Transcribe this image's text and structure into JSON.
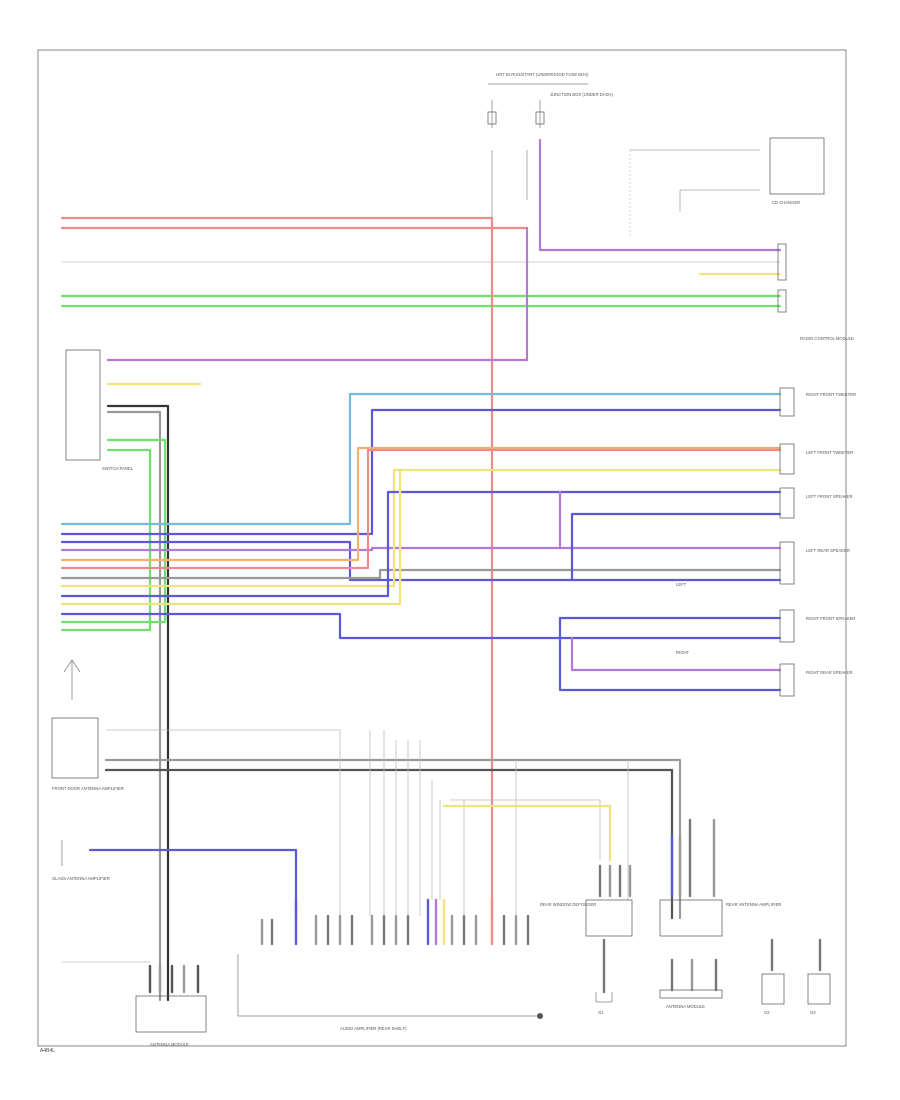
{
  "diagram": {
    "page_number": "A4B4L",
    "colors": {
      "red": "#f08a8a",
      "green": "#6fe06f",
      "blue": "#5a5ad8",
      "violet": "#b07ad6",
      "yellow": "#f2e27a",
      "gray": "#999999",
      "black": "#333333",
      "brown": "#b8955a",
      "orange": "#f0b070",
      "light_blue": "#7ab8d8"
    },
    "labels": {
      "fuse_box": "HOT IN RUN/START (UNDERHOOD FUSE BOX)",
      "fuse_box_sub": "JUNCTION BOX (UNDER DASH)",
      "radio_control": "RADIO CONTROL MODULE",
      "cd_changer": "CD CHANGER",
      "switch_panel": "SWITCH PANEL",
      "right_front_tweeter": "RIGHT FRONT TWEETER",
      "left_front_tweeter": "LEFT FRONT TWEETER",
      "left_front_speaker": "LEFT FRONT SPEAKER",
      "left_rear_speaker": "LEFT REAR SPEAKER",
      "right_front_speaker": "RIGHT FRONT SPEAKER",
      "right_rear_speaker": "RIGHT REAR SPEAKER",
      "front_door_antenna": "FRONT DOOR ANTENNA AMPLIFIER",
      "glass_antenna": "GLASS ANTENNA AMPLIFIER",
      "antenna_module": "ANTENNA MODULE",
      "audio_amplifier": "AUDIO AMPLIFIER (REAR SHELF)",
      "rear_window_defogger": "REAR WINDOW DEFOGGER",
      "rear_antenna_amplifier": "REAR ANTENNA AMPLIFIER",
      "ground_g1": "G1",
      "ground_g2": "G2",
      "ground_g3": "G3",
      "splice_lf": "LEFT",
      "splice_rf": "RIGHT"
    }
  }
}
